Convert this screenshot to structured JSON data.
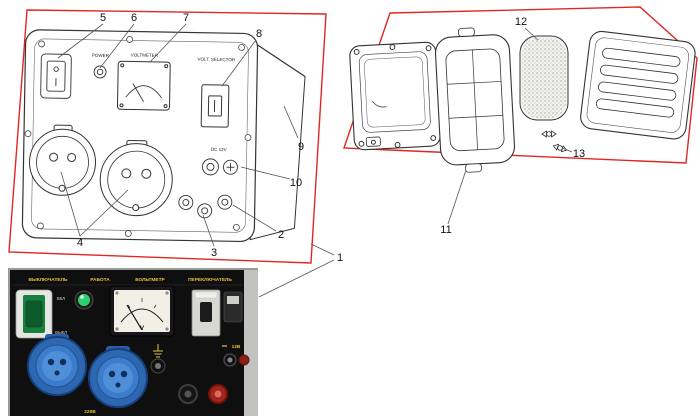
{
  "figure": {
    "type": "exploded-parts-diagram",
    "outline_color": "#e02820"
  },
  "callouts": {
    "n1": "1",
    "n2": "2",
    "n3": "3",
    "n4": "4",
    "n5": "5",
    "n6": "6",
    "n7": "7",
    "n8": "8",
    "n9": "9",
    "n10": "10",
    "n11": "11",
    "n12": "12",
    "n13": "13"
  },
  "panel_drawing": {
    "power_label": "POWER",
    "voltmeter_label": "VOLTMETER",
    "selector_label": "VOLT. SELECTOR",
    "dc_label": "DC 12V"
  },
  "photo": {
    "strip_labels": {
      "switch": "ВЫКЛЮЧАТЕЛЬ",
      "run": "РАБОТА",
      "voltmeter": "ВОЛЬТМЕТР",
      "selector": "ПЕРЕКЛЮЧАТЕЛЬ"
    },
    "switch_on": "ВКЛ",
    "switch_off": "ВЫКЛ",
    "meter_unit": "V",
    "dc_label": "12В",
    "ac_label": "220В",
    "colors": {
      "socket_blue": "#2e67b1",
      "indicator_green": "#2fcf74",
      "label_yellow": "#e4c63a",
      "panel_black": "#0f0f0f"
    }
  }
}
